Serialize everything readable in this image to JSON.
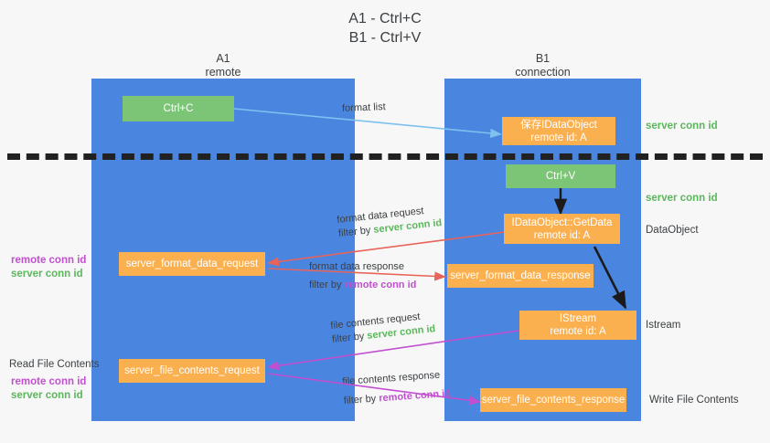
{
  "title": "A1 - Ctrl+C\nB1 - Ctrl+V",
  "lanes": {
    "a": {
      "name": "A1",
      "role": "remote",
      "header": "A1\nremote",
      "color": "#4a86e0"
    },
    "b": {
      "name": "B1",
      "role": "connection",
      "header": "B1\nconnection",
      "color": "#4a86e0"
    }
  },
  "colors": {
    "lane": "#4a86e0",
    "green_box": "#7cc576",
    "orange_box": "#fbb050",
    "server_conn_id": "#59b85a",
    "remote_conn_id": "#c24fd1",
    "blue_arrow": "#7ec0ee",
    "red_arrow": "#e8635a",
    "magenta_arrow": "#c24fd1",
    "black_arrow": "#1b1b1b",
    "background": "#f7f7f7"
  },
  "nodes": {
    "ctrl_c": {
      "label": "Ctrl+C",
      "kind": "green"
    },
    "save_idataobject": {
      "label": "保存IDataObject\nremote id: A",
      "kind": "orange"
    },
    "ctrl_v": {
      "label": "Ctrl+V",
      "kind": "green"
    },
    "getdata": {
      "label": "IDataObject::GetData\nremote id: A",
      "kind": "orange"
    },
    "fmt_req": {
      "label": "server_format_data_request",
      "kind": "orange"
    },
    "fmt_resp": {
      "label": "server_format_data_response",
      "kind": "orange"
    },
    "istream": {
      "label": "IStream\nremote id: A",
      "kind": "orange"
    },
    "file_req": {
      "label": "server_file_contents_request",
      "kind": "orange"
    },
    "file_resp": {
      "label": "server_file_contents_response",
      "kind": "orange"
    }
  },
  "right_annotations": [
    {
      "id": "r1",
      "text": "server conn id",
      "style": "green"
    },
    {
      "id": "r2",
      "text": "server conn id",
      "style": "green"
    },
    {
      "id": "r3",
      "text": "DataObject",
      "style": "dark"
    },
    {
      "id": "r4",
      "text": "Istream",
      "style": "dark"
    },
    {
      "id": "r5",
      "text": "Write File Contents",
      "style": "dark"
    }
  ],
  "left_annotations": [
    {
      "id": "l1",
      "text": "remote conn id",
      "style": "purple"
    },
    {
      "id": "l2",
      "text": "server conn id",
      "style": "green"
    },
    {
      "id": "l3",
      "text": "Read File Contents",
      "style": "dark"
    },
    {
      "id": "l4",
      "text": "remote conn id",
      "style": "purple"
    },
    {
      "id": "l5",
      "text": "server conn id",
      "style": "green"
    }
  ],
  "edges": [
    {
      "id": "e1",
      "line1": "format list",
      "filter_prefix": "",
      "filter_value": "",
      "filter_style": ""
    },
    {
      "id": "e2",
      "line1": "format data request",
      "filter_prefix": "filter by ",
      "filter_value": "server conn id",
      "filter_style": "g"
    },
    {
      "id": "e3",
      "line1": "format data response",
      "filter_prefix": "filter by ",
      "filter_value": "remote conn id",
      "filter_style": "p"
    },
    {
      "id": "e4",
      "line1": "file contents request",
      "filter_prefix": "filter by ",
      "filter_value": "server conn id",
      "filter_style": "g"
    },
    {
      "id": "e5",
      "line1": "file contents response",
      "filter_prefix": "filter by ",
      "filter_value": "remote conn id",
      "filter_style": "p"
    }
  ]
}
